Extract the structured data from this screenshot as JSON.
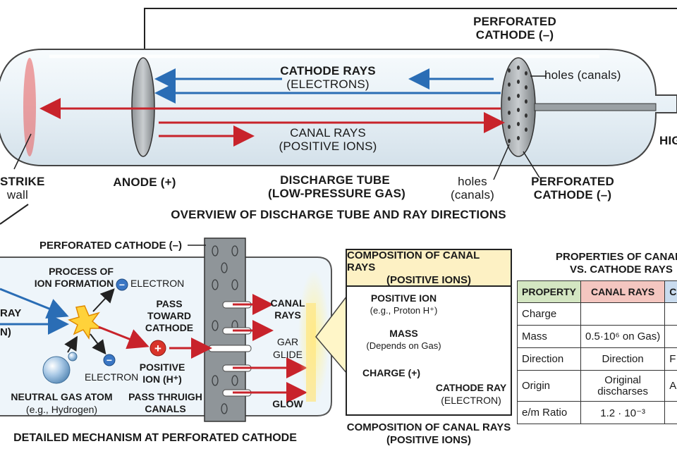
{
  "top": {
    "tube_labels": {
      "cathode_rays": "CATHODE RAYS",
      "electrons": "(ELECTRONS)",
      "canal_rays": "CANAL RAYS",
      "positive_ions": "(POSITIVE IONS)",
      "discharge_tube": "DISCHARGE TUBE",
      "low_pressure": "(LOW-PRESSURE GAS)",
      "anode": "ANODE (+)",
      "perforated_top": "PERFORATED",
      "cathode_top": "CATHODE (–)",
      "holes_right": "holes (canals)",
      "holes_bottom_1": "holes",
      "holes_bottom_2": "(canals)",
      "perforated_bottom": "PERFORATED",
      "cathode_bottom": "CATHODE (–)",
      "strike": "STRIKE",
      "wall": "wall",
      "hi": "HIG"
    },
    "title": "OVERVIEW OF DISCHARGE TUBE AND RAY DIRECTIONS"
  },
  "mechanism": {
    "perforated_cathode": "PERFORATED CATHODE (–)",
    "process_1": "PROCESS OF",
    "process_2": "ION FORMATION",
    "electron_top": "ELECTRON",
    "electron_bottom": "ELECTRON",
    "ray": "RAY",
    "ray_paren": "N)",
    "pass_toward_1": "PASS",
    "pass_toward_2": "TOWARD",
    "pass_toward_3": "CATHODE",
    "positive_ion_1": "POSITIVE",
    "positive_ion_2": "ION (H⁺)",
    "neutral_1": "NEUTRAL GAS ATOM",
    "neutral_2": "(e.g., Hydrogen)",
    "pass_through_1": "PASS THRUIGH",
    "pass_through_2": "CANALS",
    "canal_1": "CANAL",
    "canal_2": "RAYS",
    "gar": "GAR",
    "glide": "GLIDE",
    "glow": "GLOW",
    "title": "DETAILED MECHANISM AT PERFORATED CATHODE",
    "plus_sign": "+",
    "minus_sign": "−"
  },
  "composition": {
    "head_1": "COMPOSITION OF CANAL RAYS",
    "head_2": "(POSITIVE IONS)",
    "positive_ion": "POSITIVE ION",
    "proton": "(e.g., Proton H⁺)",
    "mass": "MASS",
    "depends": "(Depends on Gas)",
    "charge": "CHARGE (+)",
    "cathode_ray": "CATHODE RAY",
    "electron": "(ELECTRON)",
    "caption_1": "COMPOSITION OF CANAL RAYS",
    "caption_2": "(POSITIVE IONS)"
  },
  "properties": {
    "title_1": "PROPERTIES OF CANAL I",
    "title_2": "VS. CATHODE RAYS",
    "headers": [
      "PROPERTY",
      "CANAL RAYS",
      "CA"
    ],
    "rows": [
      {
        "property": "Charge",
        "canal": "",
        "cathode": ""
      },
      {
        "property": "Mass",
        "canal": "0.5·10⁶ on Gas)",
        "cathode": ""
      },
      {
        "property": "Direction",
        "canal": "Direction",
        "cathode": "F"
      },
      {
        "property": "Origin",
        "canal_1": "Original",
        "canal_2": "discharses",
        "cathode": "A"
      },
      {
        "property": "e/m Ratio",
        "canal": "1.2 · 10⁻³",
        "cathode": ""
      }
    ]
  },
  "colors": {
    "red_arrow": "#c8232b",
    "blue_arrow": "#2a6db5",
    "ion_red": "#d9342b",
    "electron_blue": "#3a76c4",
    "glow_yellow": "#ffe680",
    "tube_glass": "#eef5fa"
  }
}
